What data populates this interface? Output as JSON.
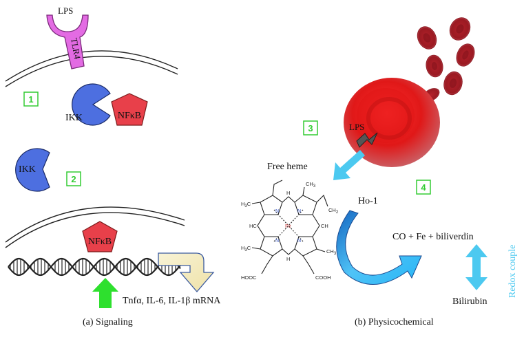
{
  "panel_a": {
    "receptor_ligand": "LPS",
    "receptor": "TLR4",
    "step1": "1",
    "step2": "2",
    "ikk_bound": "IKK",
    "nfkb_cytoplasm": "NFκB",
    "ikk_free": "IKK",
    "nfkb_nucleus": "NFκB",
    "mrna_text": "Tnfα, IL-6, IL-1β mRNA",
    "caption": "(a)  Signaling"
  },
  "panel_b": {
    "step3": "3",
    "step4": "4",
    "lps_label": "LPS",
    "free_heme": "Free heme",
    "ho1": "Ho-1",
    "products": "CO + Fe + biliverdin",
    "bilirubin": "Bilirubin",
    "redox": "Redox couple",
    "caption": "(b)  Physicochemical"
  },
  "heme": {
    "ch3": "CH",
    "ch3_sub": "3",
    "h3c": "H",
    "h3c_sub": "3",
    "h3c_c": "C",
    "ch2": "CH",
    "ch2_sub": "2",
    "hc": "HC",
    "ch": "CH",
    "h": "H",
    "fe": "Fe",
    "n": "N",
    "hooc": "HOOC",
    "cooh": "COOH"
  },
  "colors": {
    "badge": "#33cc33",
    "ikk": "#4d6fe0",
    "nfkb": "#e8404a",
    "tlr4": "#e36be3",
    "cyan_arrow": "#4cc9f0",
    "green_arrow": "#2ee02e",
    "rbc": "#d91a1a"
  }
}
